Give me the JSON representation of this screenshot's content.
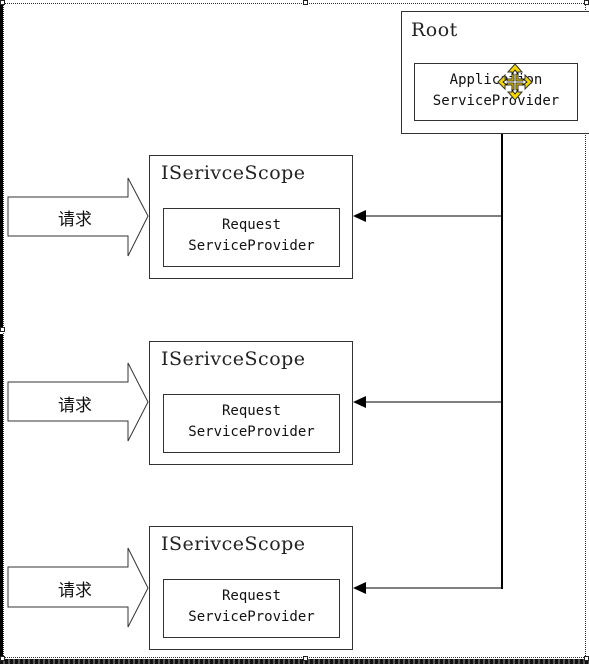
{
  "root": {
    "title": "Root",
    "provider_line1": "Application",
    "provider_line2": "ServiceProvider"
  },
  "scopes": [
    {
      "title": "ISerivceScope",
      "provider_line1": "Request",
      "provider_line2": "ServiceProvider",
      "request_label": "请求"
    },
    {
      "title": "ISerivceScope",
      "provider_line1": "Request",
      "provider_line2": "ServiceProvider",
      "request_label": "请求"
    },
    {
      "title": "ISerivceScope",
      "provider_line1": "Request",
      "provider_line2": "ServiceProvider",
      "request_label": "请求"
    }
  ],
  "cursor_icon": "move-cursor-icon",
  "colors": {
    "line": "#000000",
    "border": "#333333",
    "cursor_fill": "#f5d800"
  }
}
